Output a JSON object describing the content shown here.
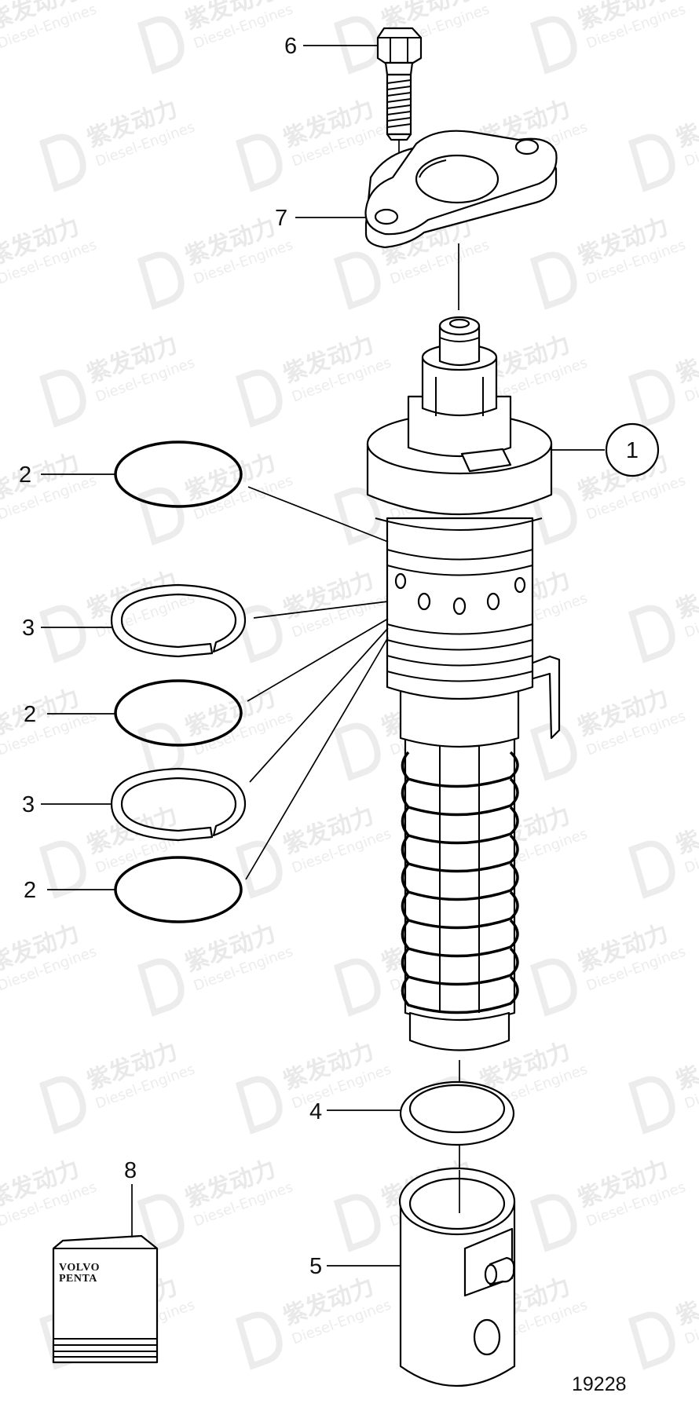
{
  "figure_number": "19228",
  "watermark": {
    "text_cn": "紫发动力",
    "text_en": "Diesel-Engines"
  },
  "callouts": [
    {
      "id": "c6",
      "label": "6",
      "part": "bolt"
    },
    {
      "id": "c7",
      "label": "7",
      "part": "flange"
    },
    {
      "id": "c1",
      "label": "1",
      "part": "pump-element"
    },
    {
      "id": "c2a",
      "label": "2",
      "part": "o-ring"
    },
    {
      "id": "c3a",
      "label": "3",
      "part": "split-ring"
    },
    {
      "id": "c2b",
      "label": "2",
      "part": "o-ring"
    },
    {
      "id": "c3b",
      "label": "3",
      "part": "split-ring"
    },
    {
      "id": "c2c",
      "label": "2",
      "part": "o-ring"
    },
    {
      "id": "c4",
      "label": "4",
      "part": "washer"
    },
    {
      "id": "c8",
      "label": "8",
      "part": "gasket-kit"
    },
    {
      "id": "c5",
      "label": "5",
      "part": "tappet"
    }
  ],
  "kit_label": {
    "line1": "VOLVO",
    "line2": "PENTA"
  }
}
